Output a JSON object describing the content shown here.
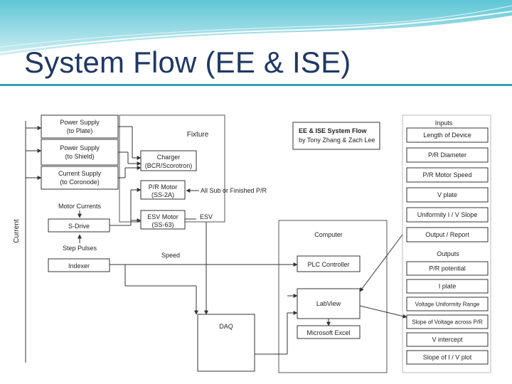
{
  "slide": {
    "title": "System Flow (EE & ISE)"
  },
  "diagram": {
    "left_boxes": {
      "power_supply_plate": [
        "Power Supply",
        "(to Plate)"
      ],
      "power_supply_shield": [
        "Power Supply",
        "(to Shield)"
      ],
      "current_supply": [
        "Current Supply",
        "(to Coronode)"
      ],
      "s_drive": "S-Drive",
      "indexer": "Indexer"
    },
    "left_labels": {
      "current": "Current",
      "motor_currents": "Motor Currents",
      "step_pulses": "Step Pulses"
    },
    "fixture": {
      "label": "Fixture",
      "charger": [
        "Charger",
        "(BCR/Scorotron)"
      ],
      "pr_motor": [
        "P/R Motor",
        "(SS-2A)"
      ],
      "esv_motor": [
        "ESV Motor",
        "(SS-63)"
      ]
    },
    "mid_labels": {
      "all_sub_finished_pr": "All Sub or Finished P/R",
      "esv": "ESV",
      "speed": "Speed"
    },
    "center": {
      "computer": "Computer",
      "plc_controller": "PLC Controller",
      "labview": "LabView",
      "microsoft_excel": "Microsoft Excel",
      "daq": "DAQ"
    },
    "credit": {
      "title": "EE & ISE System Flow",
      "authors": "by Tony Zhang & Zach Lee"
    },
    "inputs": {
      "header": "Inputs",
      "items": [
        "Length of Device",
        "P/R Diameter",
        "P/R Motor Speed",
        "V plate",
        "Uniformity I / V Slope",
        "Output / Report"
      ]
    },
    "outputs": {
      "header": "Outputs",
      "items": [
        "P/R potential",
        "I plate",
        "Voltage Uniformity Range",
        "Slope of Voltage across P/R",
        "V intercept",
        "Slope of I / V plot"
      ]
    }
  }
}
